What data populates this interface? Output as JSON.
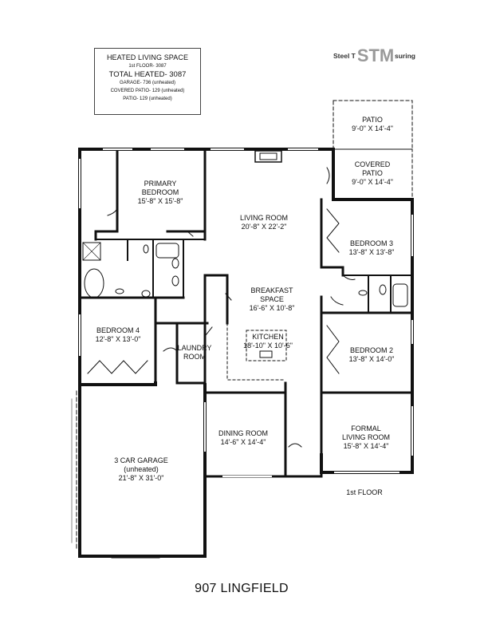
{
  "summary": {
    "heading": "HEATED LIVING SPACE",
    "first_floor": "1st FLOOR- 3087",
    "total": "TOTAL HEATED- 3087",
    "garage": "GARAGE- 736 (unheated)",
    "covered_patio": "COVERED PATIO- 129 (unheated)",
    "patio": "PATIO- 129 (unheated)"
  },
  "logo": {
    "left_text": "Steel T",
    "mark_text": "STM",
    "right_text": "suring"
  },
  "rooms": {
    "patio": {
      "name": "PATIO",
      "size": "9'-0\" X 14'-4\""
    },
    "covered_patio": {
      "name1": "COVERED",
      "name2": "PATIO",
      "size": "9'-0\" X 14'-4\""
    },
    "primary_bedroom": {
      "name1": "PRIMARY",
      "name2": "BEDROOM",
      "size": "15'-8\" X 15'-8\""
    },
    "living_room": {
      "name": "LIVING ROOM",
      "size": "20'-8\" X 22'-2\""
    },
    "bedroom3": {
      "name": "BEDROOM 3",
      "size": "13'-8\" X 13'-8\""
    },
    "breakfast": {
      "name1": "BREAKFAST",
      "name2": "SPACE",
      "size": "16'-6\" X 10'-8\""
    },
    "bedroom4": {
      "name": "BEDROOM 4",
      "size": "12'-8\" X 13'-0\""
    },
    "kitchen": {
      "name": "KITCHEN",
      "size": "18'-10\" X 10'-6\""
    },
    "laundry": {
      "name1": "LAUNDRY",
      "name2": "ROOM"
    },
    "bedroom2": {
      "name": "BEDROOM 2",
      "size": "13'-8\" X 14'-0\""
    },
    "dining": {
      "name": "DINING ROOM",
      "size": "14'-6\" X 14'-4\""
    },
    "formal": {
      "name1": "FORMAL",
      "name2": "LIVING ROOM",
      "size": "15'-8\" X 14'-4\""
    },
    "garage": {
      "name1": "3 CAR GARAGE",
      "name2": "(unheated)",
      "size": "21'-8\" X 31'-0\""
    }
  },
  "floor_label": "1st FLOOR",
  "address": "907 LINGFIELD"
}
